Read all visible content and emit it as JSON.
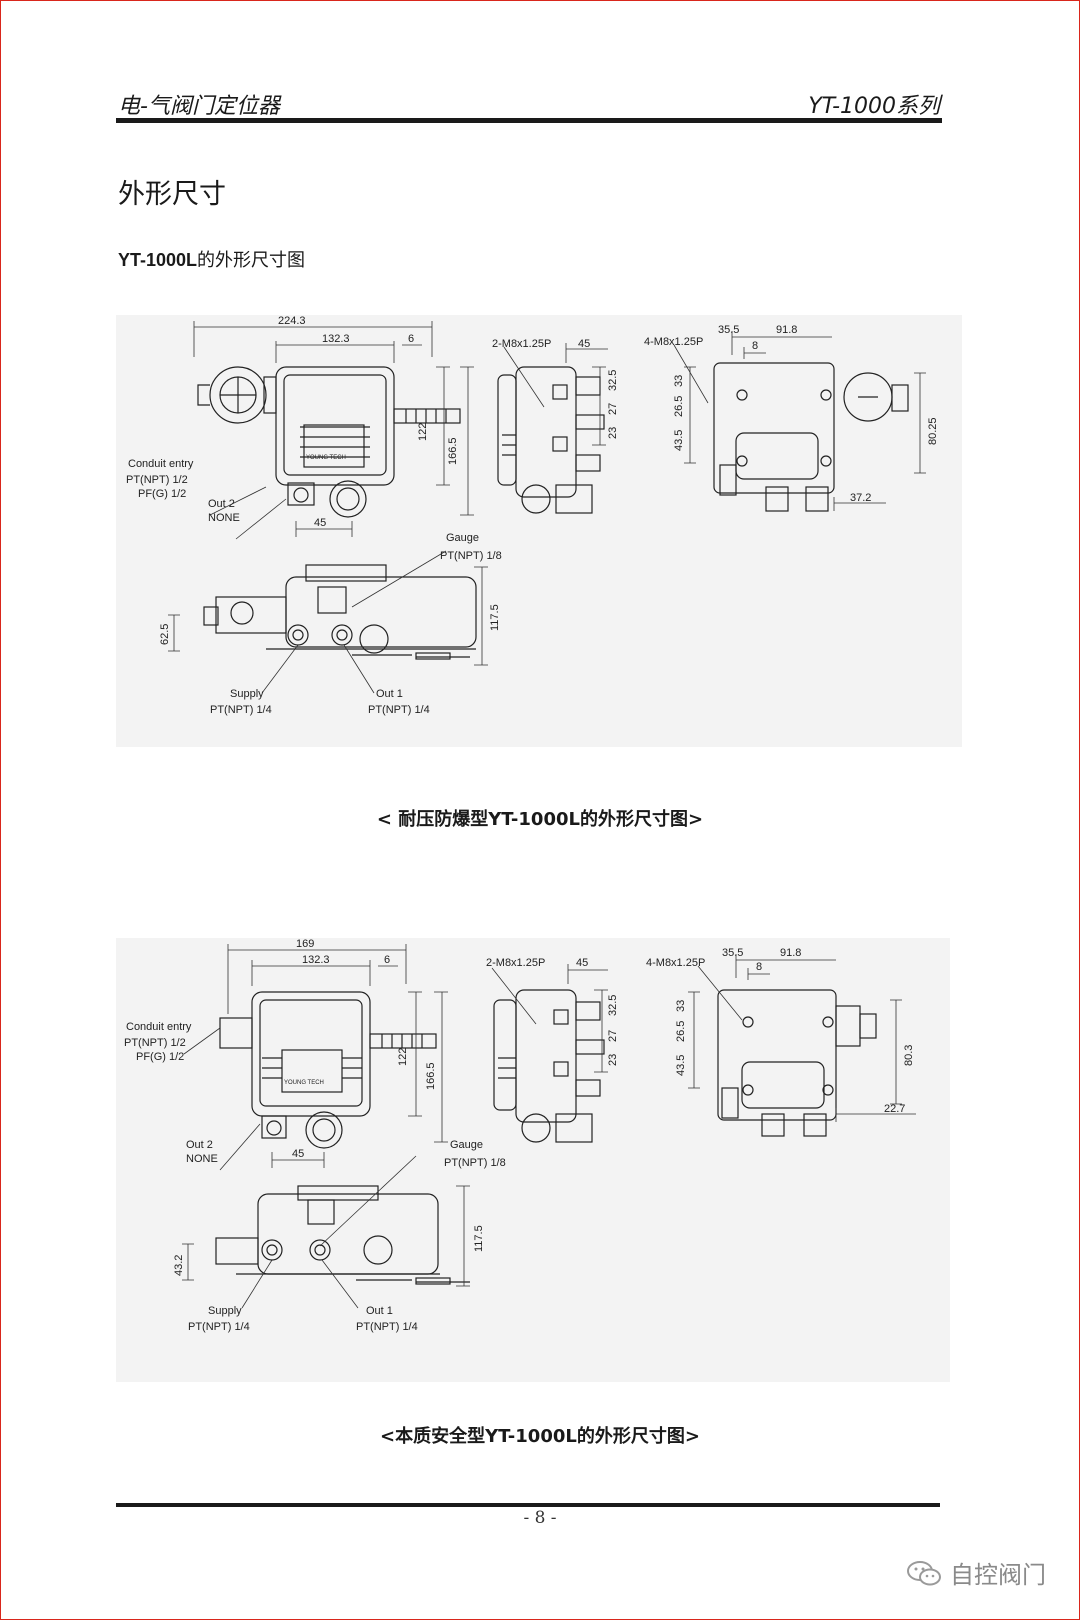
{
  "header": {
    "left_title": "电-气阀门定位器",
    "right_title": "YT-1000系列"
  },
  "section_title": "外形尺寸",
  "subsection_title": {
    "bold": "YT-1000L",
    "rest": "的外形尺寸图"
  },
  "figure1": {
    "dims": [
      "224.3",
      "132.3",
      "6",
      "122",
      "166.5",
      "45",
      "2-M8x1.25P",
      "45",
      "32.5",
      "27",
      "23",
      "4-M8x1.25P",
      "35.5",
      "91.8",
      "8",
      "33",
      "26.5",
      "43.5",
      "80.25",
      "37.2",
      "117.5",
      "62.5"
    ],
    "labels": {
      "conduit": "Conduit entry",
      "pt12": "PT(NPT) 1/2",
      "pf12": "PF(G) 1/2",
      "out2": "Out 2",
      "none": "NONE",
      "gauge": "Gauge",
      "pt18": "PT(NPT) 1/8",
      "supply": "Supply",
      "pt14a": "PT(NPT) 1/4",
      "out1": "Out 1",
      "pt14b": "PT(NPT) 1/4",
      "brand": "YOUNG TECH"
    }
  },
  "caption1": {
    "prefix": "< 耐压防爆型",
    "bold": "YT-1000L",
    "suffix": "的外形尺寸图>"
  },
  "figure2": {
    "dims": [
      "169",
      "132.3",
      "6",
      "122",
      "166.5",
      "45",
      "2-M8x1.25P",
      "45",
      "32.5",
      "27",
      "23",
      "4-M8x1.25P",
      "35.5",
      "91.8",
      "8",
      "33",
      "26.5",
      "43.5",
      "80.3",
      "22.7",
      "117.5",
      "43.2"
    ],
    "labels": {
      "conduit": "Conduit entry",
      "pt12": "PT(NPT) 1/2",
      "pf12": "PF(G) 1/2",
      "out2": "Out 2",
      "none": "NONE",
      "gauge": "Gauge",
      "pt18": "PT(NPT) 1/8",
      "supply": "Supply",
      "pt14a": "PT(NPT) 1/4",
      "out1": "Out 1",
      "pt14b": "PT(NPT) 1/4",
      "brand": "YOUNG TECH"
    }
  },
  "caption2": {
    "prefix": "<本质安全型",
    "bold": "YT-1000L",
    "suffix": "的外形尺寸图>"
  },
  "footer": {
    "page_number": "- 8 -"
  },
  "watermark": {
    "text": "自控阀门",
    "icon": "wechat-icon"
  }
}
